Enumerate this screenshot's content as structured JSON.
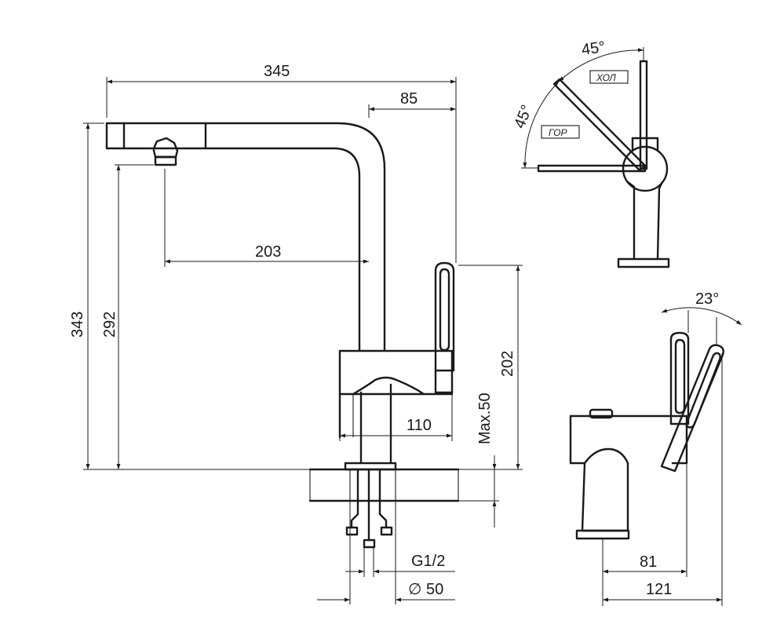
{
  "dimensions": {
    "overall_width": "345",
    "spout_to_body": "85",
    "spout_reach": "203",
    "overall_height": "343",
    "spout_height": "292",
    "handle_height": "202",
    "body_width": "110",
    "max_thickness": "Max.50",
    "thread": "G1/2",
    "hole_diameter": "∅ 50",
    "side_angle": "23°",
    "side_depth_81": "81",
    "side_depth_121": "121",
    "top_angle_cold": "45°",
    "top_angle_hot": "45°"
  },
  "labels": {
    "cold": "ХОЛ",
    "hot": "ГОР"
  }
}
